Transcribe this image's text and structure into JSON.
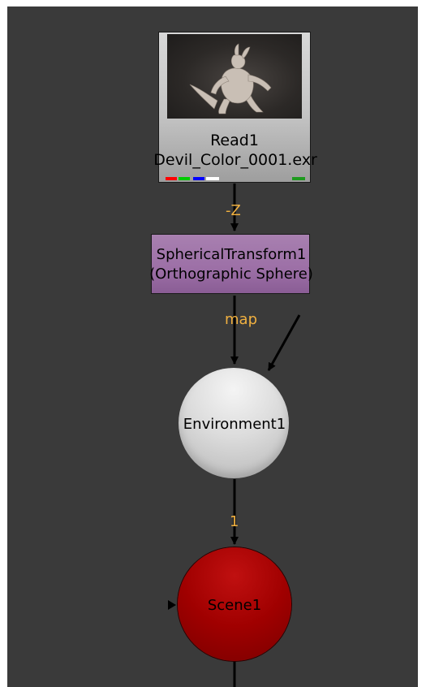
{
  "nodes": {
    "read": {
      "title": "Read1",
      "file": "Devil_Color_0001.exr",
      "thumbnail_icon": "devil-creature-thumbnail",
      "channels": [
        "#ff0000",
        "#00cc00",
        "#0000ff",
        "#ffffff"
      ],
      "status_color": "#1e9a1e"
    },
    "spherical": {
      "title": "SphericalTransform1",
      "subtitle": "(Orthographic Sphere)",
      "color": "#9c6fa6"
    },
    "environment": {
      "title": "Environment1",
      "color": "#d8d8d8"
    },
    "scene": {
      "title": "Scene1",
      "color": "#a00000"
    }
  },
  "wires": {
    "read_to_spherical": "-Z",
    "spherical_to_environment": "map",
    "environment_to_scene": "1"
  },
  "colors": {
    "canvas": "#3a3a3a",
    "wire": "#000000",
    "wire_label": "#f0b040"
  }
}
